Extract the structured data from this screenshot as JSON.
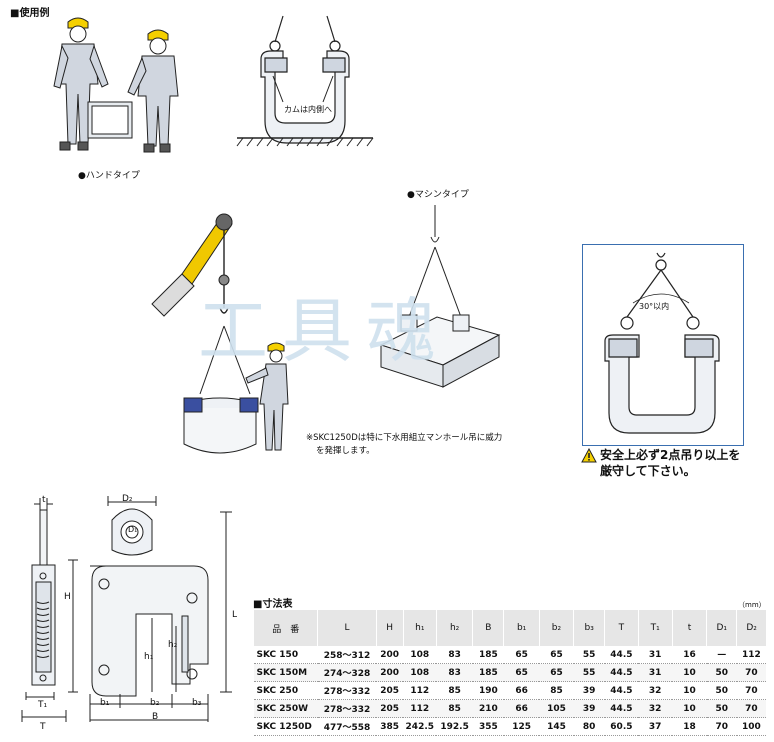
{
  "section_usage": "■使用例",
  "caption_hand": "●ハンドタイプ",
  "caption_machine": "●マシンタイプ",
  "cam_label": "カムは内側へ",
  "angle_label": "30°以内",
  "note_line1": "※SKC1250Dは特に下水用組立マンホール吊に威力",
  "note_line2": "を発揮します。",
  "warning_line1": "安全上必ず2点吊り以上を",
  "warning_line2": "厳守して下さい。",
  "watermark": "工具魂",
  "dims": {
    "t": "t",
    "T": "T",
    "T1": "T₁",
    "H": "H",
    "L": "L",
    "D2": "D₂",
    "D1": "D₁",
    "h1": "h₁",
    "h2": "h₂",
    "b1": "b₁",
    "b2": "b₂",
    "b3": "b₃",
    "B": "B"
  },
  "table": {
    "title": "■寸法表",
    "unit": "（mm）",
    "headers": [
      "品　番",
      "L",
      "H",
      "h₁",
      "h₂",
      "B",
      "b₁",
      "b₂",
      "b₃",
      "T",
      "T₁",
      "t",
      "D₁",
      "D₂"
    ],
    "rows": [
      [
        "SKC 150",
        "258～312",
        "200",
        "108",
        "83",
        "185",
        "65",
        "65",
        "55",
        "44.5",
        "31",
        "16",
        "—",
        "112"
      ],
      [
        "SKC 150M",
        "274～328",
        "200",
        "108",
        "83",
        "185",
        "65",
        "65",
        "55",
        "44.5",
        "31",
        "10",
        "50",
        "70"
      ],
      [
        "SKC 250",
        "278～332",
        "205",
        "112",
        "85",
        "190",
        "66",
        "85",
        "39",
        "44.5",
        "32",
        "10",
        "50",
        "70"
      ],
      [
        "SKC 250W",
        "278～332",
        "205",
        "112",
        "85",
        "210",
        "66",
        "105",
        "39",
        "44.5",
        "32",
        "10",
        "50",
        "70"
      ],
      [
        "SKC 1250D",
        "477～558",
        "385",
        "242.5",
        "192.5",
        "355",
        "125",
        "145",
        "80",
        "60.5",
        "37",
        "18",
        "70",
        "100"
      ]
    ]
  },
  "colors": {
    "warning_yellow": "#f5d000",
    "arm_yellow": "#f0c800",
    "clamp_blue": "#3a4fa0"
  }
}
